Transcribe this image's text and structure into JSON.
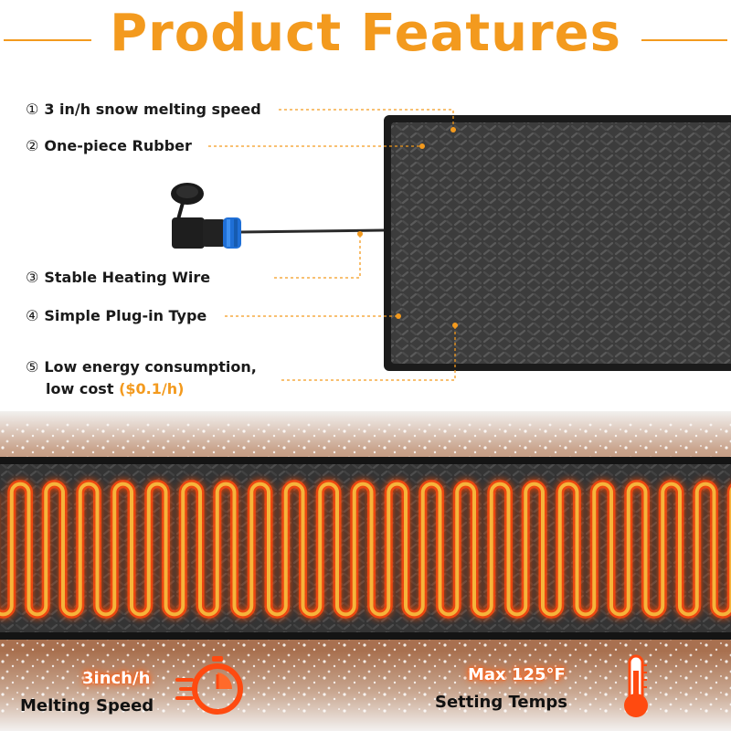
{
  "header": {
    "title": "Product Features"
  },
  "features": [
    {
      "num": "①",
      "text": "3 in/h snow melting speed"
    },
    {
      "num": "②",
      "text": "One-piece Rubber"
    },
    {
      "num": "③",
      "text": "Stable Heating Wire"
    },
    {
      "num": "④",
      "text": "Simple Plug-in Type"
    },
    {
      "num": "⑤",
      "text": "Low energy consumption,",
      "text2": "low cost",
      "highlight": "($0.1/h)"
    }
  ],
  "stats": {
    "speed": {
      "value": "3inch/h",
      "label": "Melting Speed",
      "icon": "stopwatch-icon"
    },
    "temp": {
      "value": "Max 125°F",
      "label": "Setting Temps",
      "icon": "thermometer-icon"
    }
  },
  "colors": {
    "accent": "#f39a1e",
    "mat": "#3a3a3a",
    "heating_wire": "#f6b43a",
    "glow": "#ff4a10"
  }
}
